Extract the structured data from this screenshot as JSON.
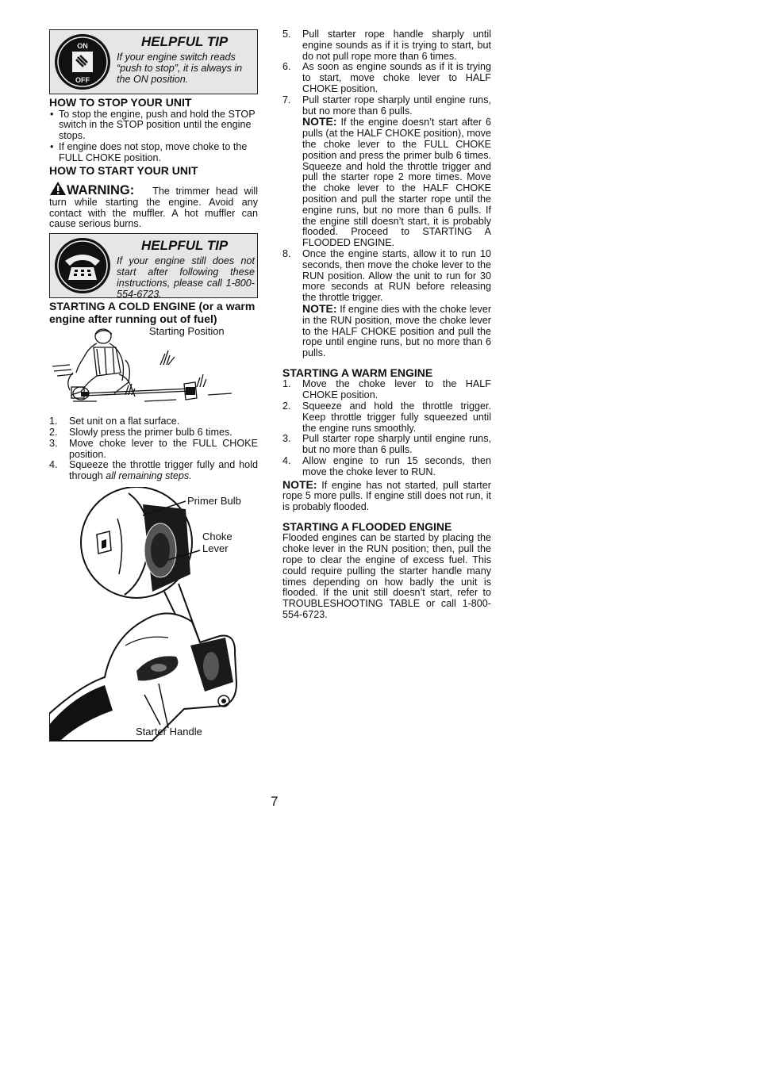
{
  "page_number": "7",
  "tip1": {
    "title": "HELPFUL TIP",
    "text": "If your engine switch reads “push to stop”, it is always in the ON position.",
    "icon_on": "ON",
    "icon_off": "OFF"
  },
  "stop_heading": "HOW TO STOP YOUR UNIT",
  "stop_bullets": [
    "To stop the engine, push and hold the STOP switch in the STOP position until the engine stops.",
    "If engine does not stop, move choke to the FULL CHOKE position."
  ],
  "start_heading": "HOW TO START YOUR UNIT",
  "warning": {
    "label": "WARNING:",
    "text": "The trimmer head will turn while starting the engine.  Avoid any contact with the muffler. A hot muffler can cause serious burns."
  },
  "tip2": {
    "title": "HELPFUL TIP",
    "text": "If your engine still does not start after following these instructions, please call 1-800-554-6723."
  },
  "cold_heading": "STARTING A COLD ENGINE (or a warm engine after running out of fuel)",
  "figure1_label": "Starting Position",
  "cold_steps": [
    {
      "n": "1.",
      "text": "Set unit on a flat surface."
    },
    {
      "n": "2.",
      "text": "Slowly press the primer bulb 6 times."
    },
    {
      "n": "3.",
      "text": "Move choke lever to the FULL CHOKE position."
    },
    {
      "n": "4.",
      "text": "Squeeze the throttle trigger fully and hold through ",
      "italic": "all remaining steps."
    }
  ],
  "figure2": {
    "primer_label": "Primer Bulb",
    "choke_label_1": "Choke",
    "choke_label_2": "Lever",
    "starter_label": "Starter Handle"
  },
  "right_steps": [
    {
      "n": "5.",
      "text": "Pull starter rope handle sharply until engine sounds as if it is trying to start, but do not pull rope more than 6 times."
    },
    {
      "n": "6.",
      "text": "As soon as engine sounds as if it is trying to start, move choke lever to HALF CHOKE position."
    },
    {
      "n": "7.",
      "text": "Pull starter rope sharply until engine runs, but no more than 6 pulls."
    }
  ],
  "note7": {
    "label": "NOTE:",
    "text": "If the engine doesn’t start after 6 pulls (at the HALF CHOKE position), move the choke lever to the FULL CHOKE position and press the primer bulb 6 times. Squeeze and hold the throttle trigger and pull the starter rope 2 more times. Move the choke lever to the HALF CHOKE position and pull the starter rope until the engine runs, but no more than 6 pulls. If the engine still doesn’t start, it is probably flooded. Proceed to STARTING A FLOODED ENGINE."
  },
  "step8": {
    "n": "8.",
    "text": "Once the engine starts, allow it to run 10 seconds, then move the choke lever to the RUN position. Allow the unit to run for 30 more seconds at RUN before releasing the throttle trigger."
  },
  "note8": {
    "label": "NOTE:",
    "text": "If engine dies with the choke lever in the RUN position, move the choke lever to the HALF CHOKE position and pull the rope until engine runs, but no more than 6 pulls."
  },
  "warm_heading": "STARTING A WARM ENGINE",
  "warm_steps": [
    {
      "n": "1.",
      "text": "Move the choke lever to the HALF CHOKE position."
    },
    {
      "n": "2.",
      "text": "Squeeze and hold the throttle trigger. Keep throttle trigger fully squeezed until the engine runs smoothly."
    },
    {
      "n": "3.",
      "text": "Pull starter rope sharply until engine runs, but no more than 6 pulls."
    },
    {
      "n": "4.",
      "text": "Allow engine to run 15 seconds, then move the choke lever to RUN."
    }
  ],
  "warm_note": {
    "label": "NOTE:",
    "text": "If engine has not started, pull starter rope 5 more pulls. If engine still does not run, it is probably flooded."
  },
  "flooded_heading": "STARTING A FLOODED ENGINE",
  "flooded_text": "Flooded engines can be started by placing the choke lever in the RUN position; then, pull the rope to clear the engine of excess fuel. This could require pulling the starter handle many times depending on how badly the unit is flooded.  If the unit still doesn’t start, refer to TROUBLESHOOTING TABLE or call 1-800-554-6723."
}
